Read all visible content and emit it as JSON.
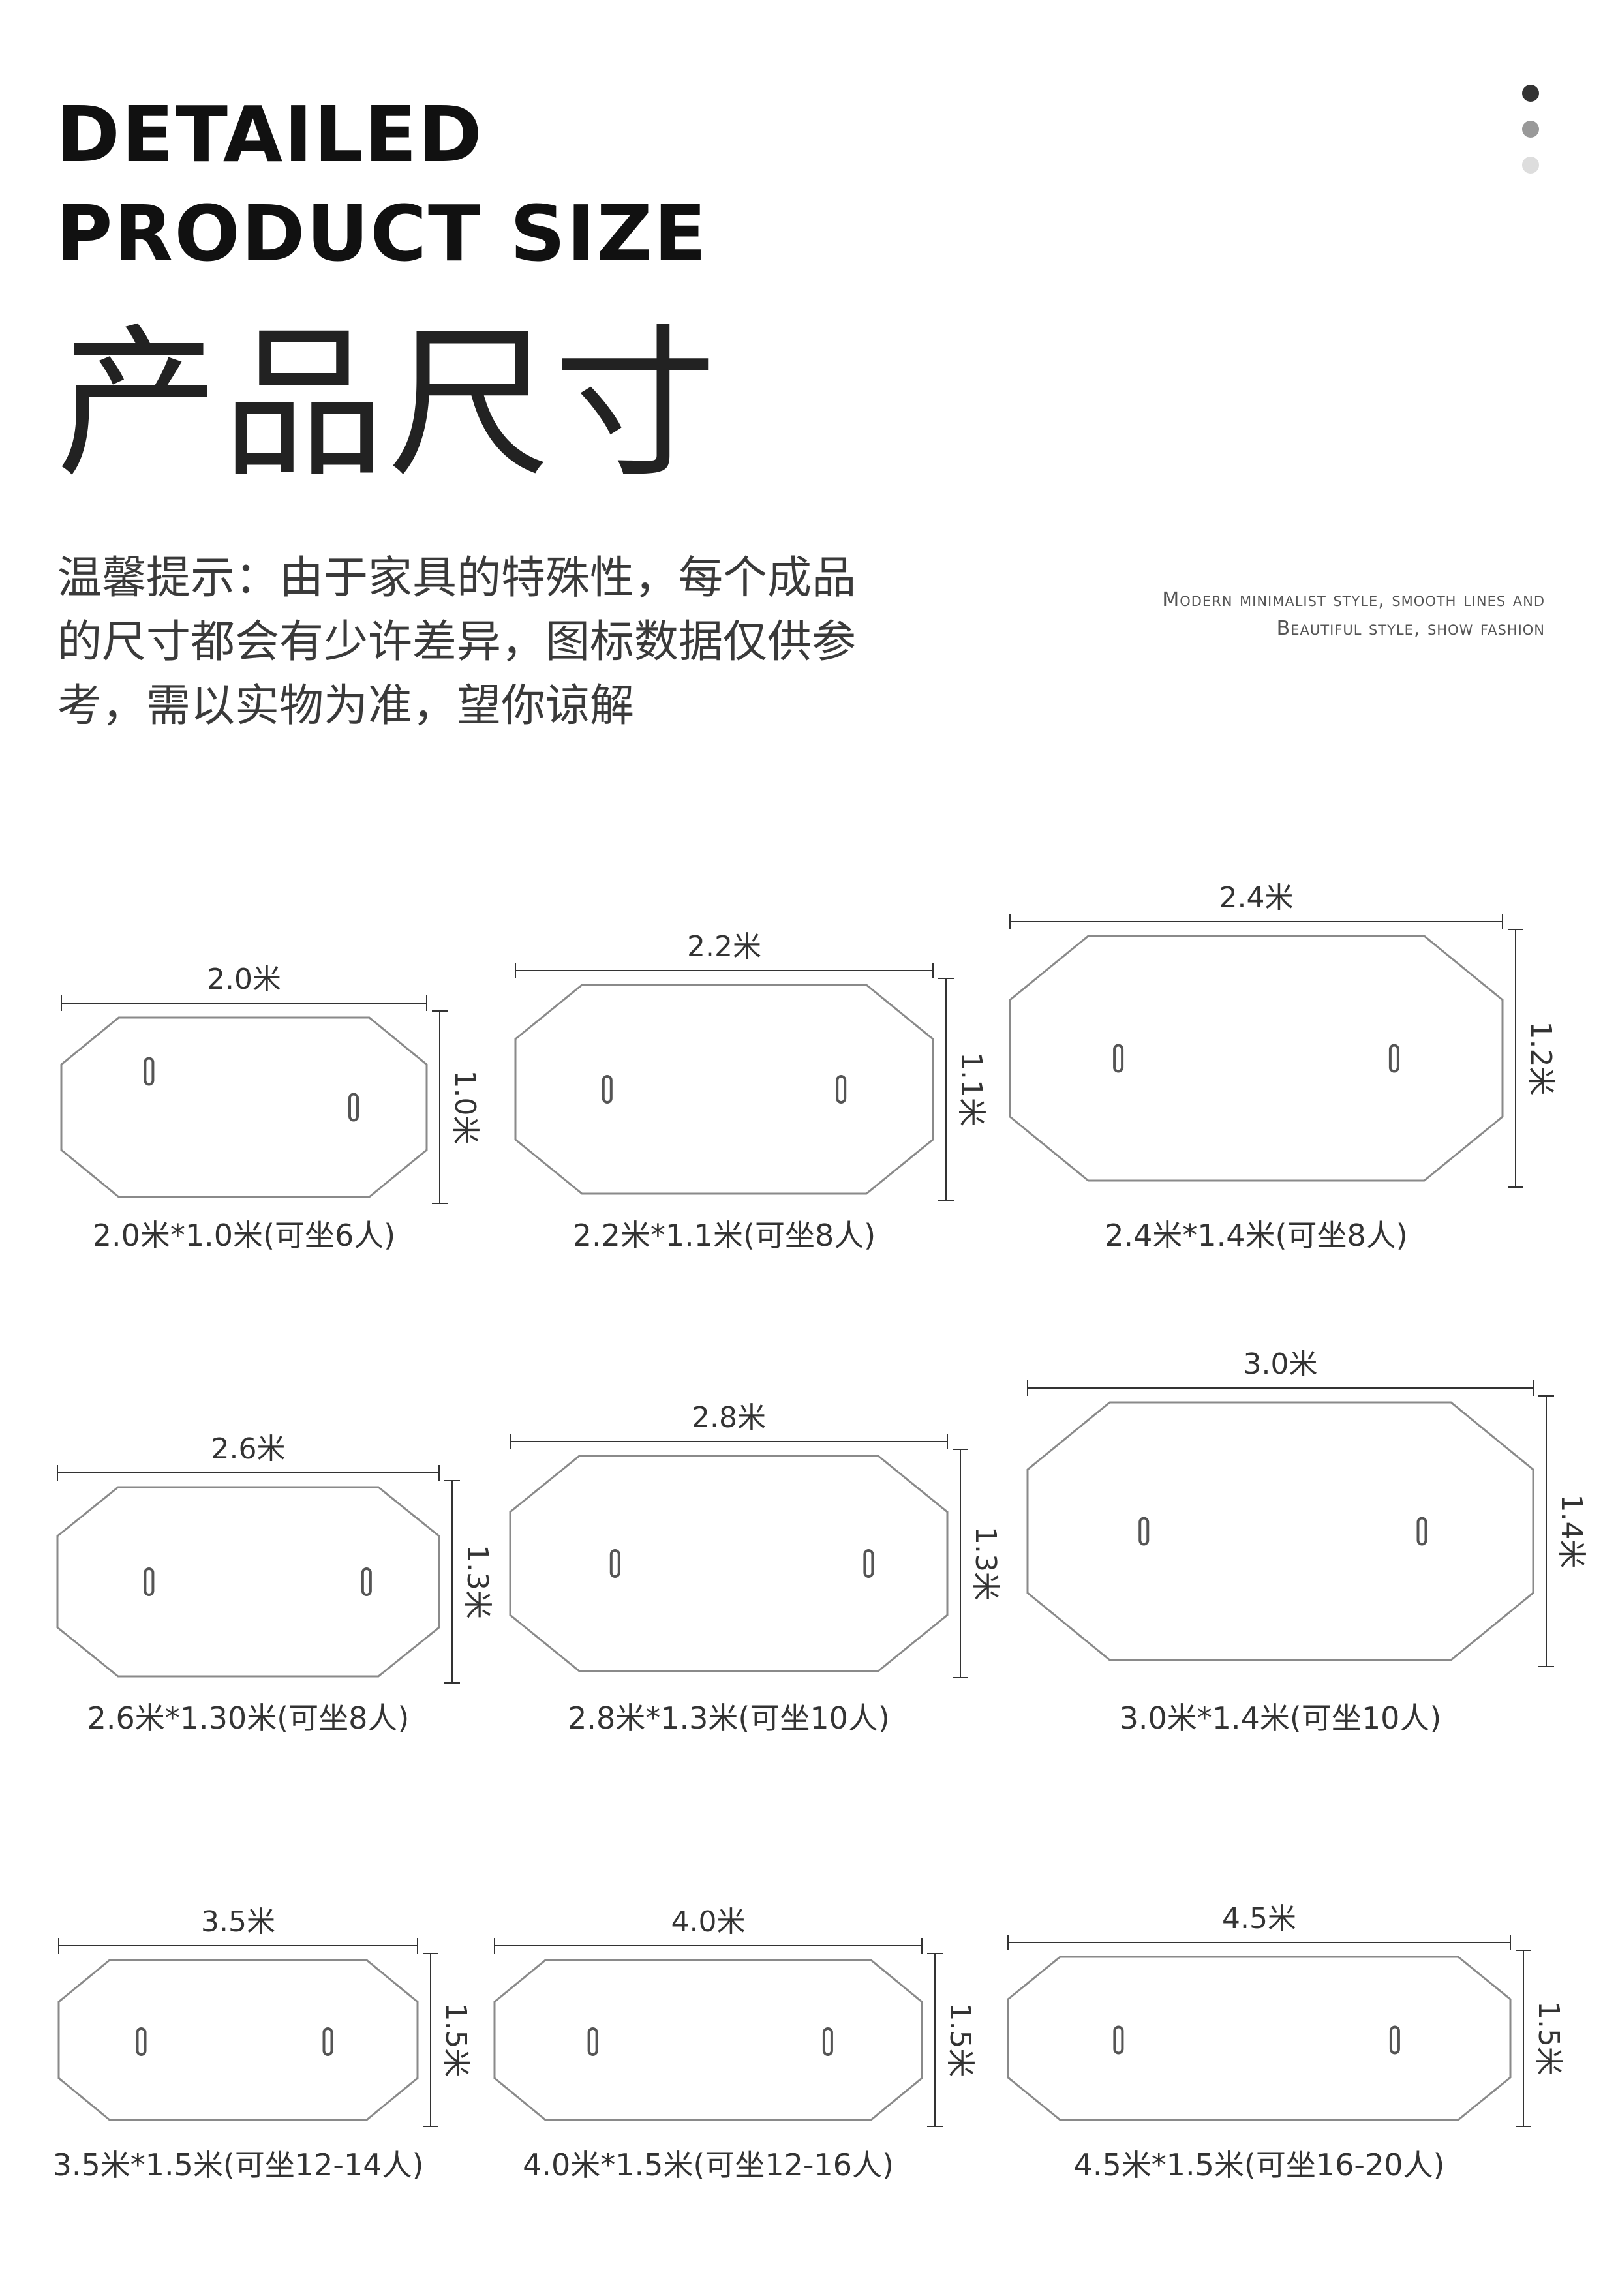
{
  "header": {
    "title_en_line1": "DETAILED",
    "title_en_line2": "PRODUCT SIZE",
    "title_cn": "产品尺寸"
  },
  "notice": {
    "line1": "温馨提示：由于家具的特殊性，每个成品",
    "line2": "的尺寸都会有少许差异，图标数据仅供参",
    "line3": "考，需以实物为准，望你谅解"
  },
  "slogan": {
    "line1": "Modern minimalist style, smooth lines and",
    "line2": "Beautiful style, show fashion"
  },
  "dots": [
    "#333333",
    "#999999",
    "#dddddd"
  ],
  "colors": {
    "outline": "#8a8a8a",
    "dimension_line": "#333333",
    "handle": "#555555"
  },
  "tables": [
    {
      "width": "2.0米",
      "depth": "1.0米",
      "caption": "2.0米*1.0米(可坐6人)"
    },
    {
      "width": "2.2米",
      "depth": "1.1米",
      "caption": "2.2米*1.1米(可坐8人)"
    },
    {
      "width": "2.4米",
      "depth": "1.2米",
      "caption": "2.4米*1.4米(可坐8人)"
    },
    {
      "width": "2.6米",
      "depth": "1.3米",
      "caption": "2.6米*1.30米(可坐8人)"
    },
    {
      "width": "2.8米",
      "depth": "1.3米",
      "caption": "2.8米*1.3米(可坐10人)"
    },
    {
      "width": "3.0米",
      "depth": "1.4米",
      "caption": "3.0米*1.4米(可坐10人)"
    },
    {
      "width": "3.5米",
      "depth": "1.5米",
      "caption": "3.5米*1.5米(可坐12-14人)"
    },
    {
      "width": "4.0米",
      "depth": "1.5米",
      "caption": "4.0米*1.5米(可坐12-16人)"
    },
    {
      "width": "4.5米",
      "depth": "1.5米",
      "caption": "4.5米*1.5米(可坐16-20人)"
    }
  ]
}
